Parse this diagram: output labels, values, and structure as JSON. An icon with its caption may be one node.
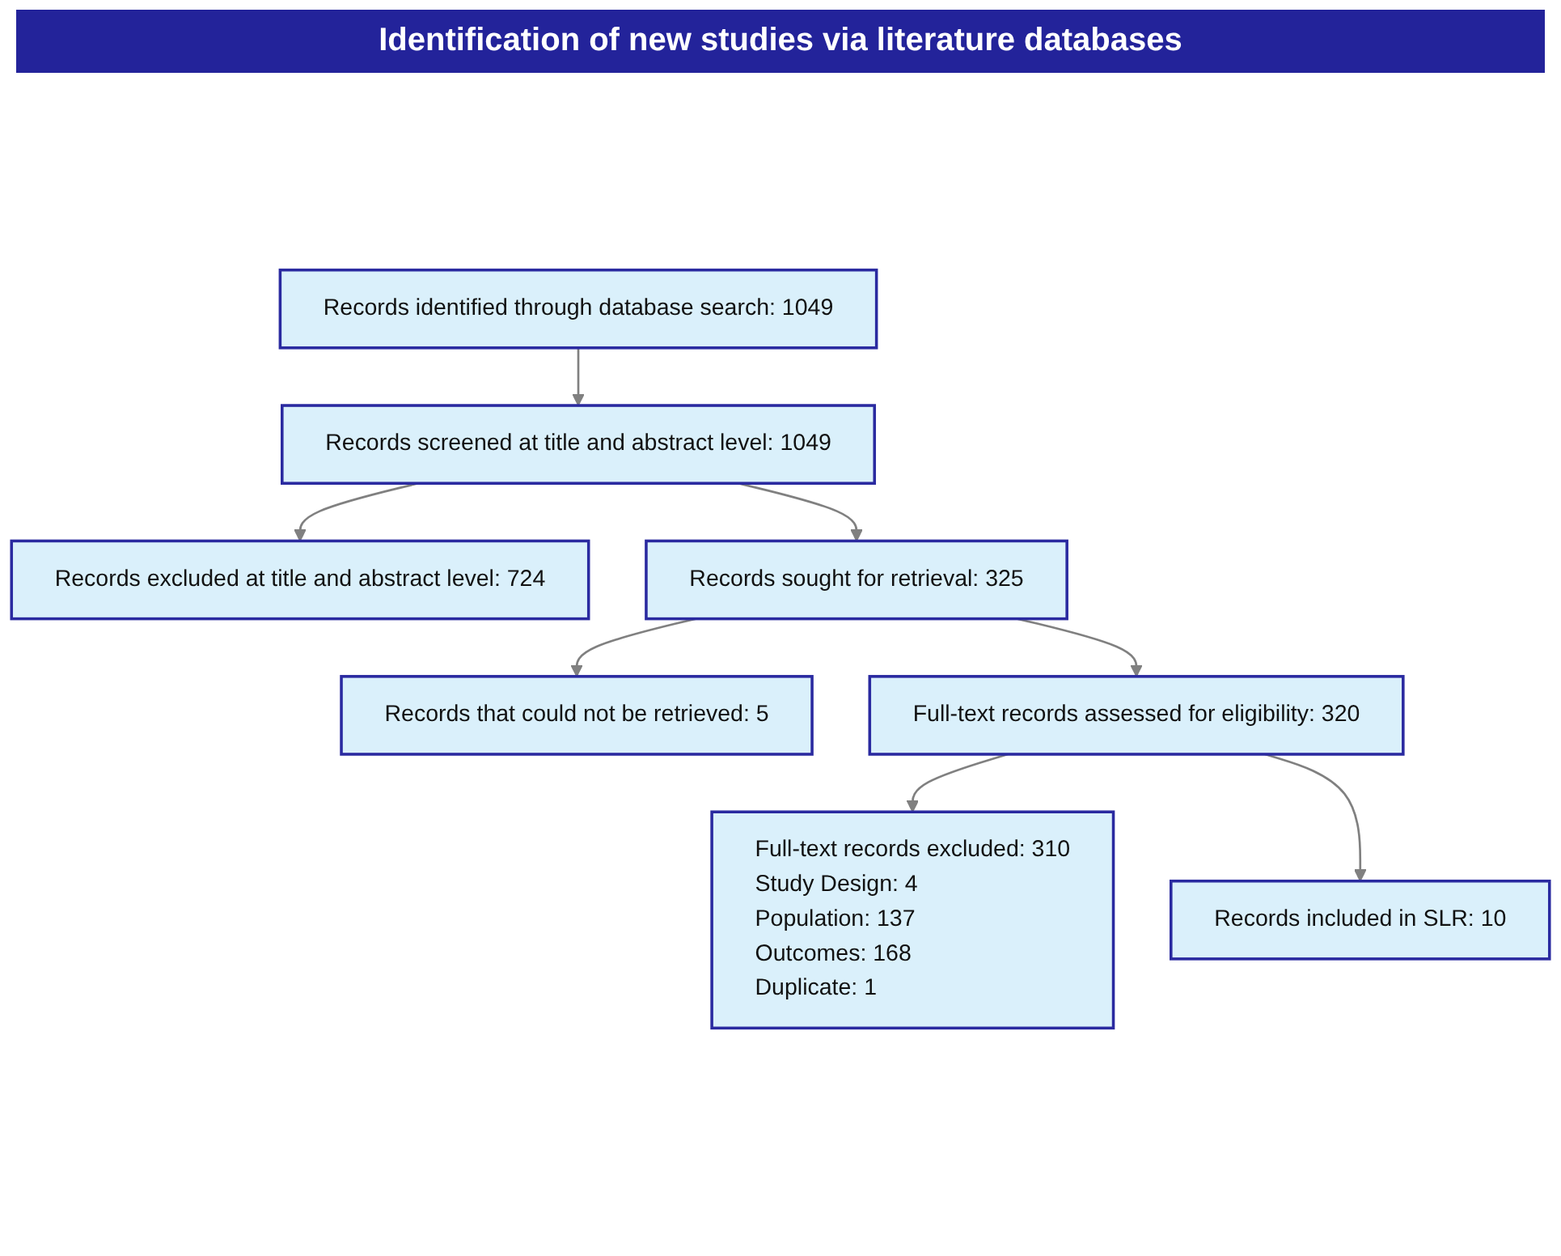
{
  "diagram": {
    "title": "Identification of new studies via literature databases",
    "nodes": [
      {
        "text": [
          "Records identified through database search: 1049"
        ]
      },
      {
        "text": [
          "Records screened at title and abstract level: 1049"
        ]
      },
      {
        "text": [
          "Records excluded at title and abstract level: 724"
        ]
      },
      {
        "text": [
          "Records sought for retrieval: 325"
        ]
      },
      {
        "text": [
          "Records that could not be retrieved: 5"
        ]
      },
      {
        "text": [
          "Full-text records assessed for eligibility: 320"
        ]
      },
      {
        "text": [
          "Full-text records excluded: 310",
          "Study Design: 4",
          "Population: 137",
          "Outcomes: 168",
          "Duplicate: 1"
        ]
      },
      {
        "text": [
          "Records included in SLR: 10"
        ]
      }
    ],
    "edges": [
      {
        "from": 0,
        "to": 1,
        "arrow": "to"
      },
      {
        "from": 1,
        "to": 2,
        "arrow": "to"
      },
      {
        "from": 1,
        "to": 3,
        "arrow": "to"
      },
      {
        "from": 3,
        "to": 4,
        "arrow": "to"
      },
      {
        "from": 3,
        "to": 5,
        "arrow": "to"
      },
      {
        "from": 5,
        "to": 6,
        "arrow": "to"
      },
      {
        "from": 5,
        "to": 7,
        "arrow": "to"
      }
    ]
  }
}
